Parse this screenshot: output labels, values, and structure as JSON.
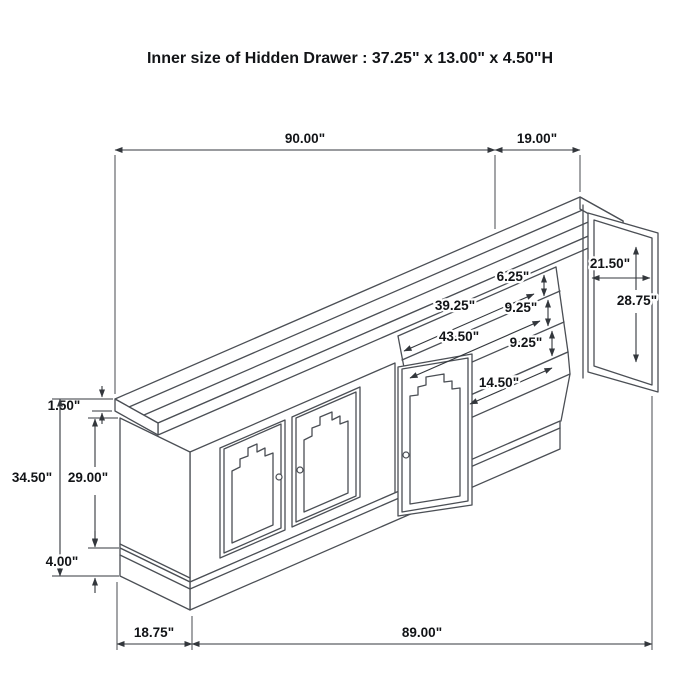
{
  "title": "Inner size of Hidden Drawer : 37.25\" x 13.00\" x 4.50\"H",
  "dimensions": {
    "top_length": "90.00\"",
    "door_extension": "19.00\"",
    "open_door_width": "21.50\"",
    "open_door_height": "28.75\"",
    "top_drawer_gap": "6.25\"",
    "upper_shelf_depth": "39.25\"",
    "upper_drawer_height": "9.25\"",
    "lower_shelf_depth": "43.50\"",
    "lower_drawer_height": "9.25\"",
    "bottom_shelf_depth": "14.50\"",
    "top_thickness": "1.50\"",
    "overall_height": "34.50\"",
    "side_height": "29.00\"",
    "base_height": "4.00\"",
    "side_depth": "18.75\"",
    "bottom_length": "89.00\""
  }
}
